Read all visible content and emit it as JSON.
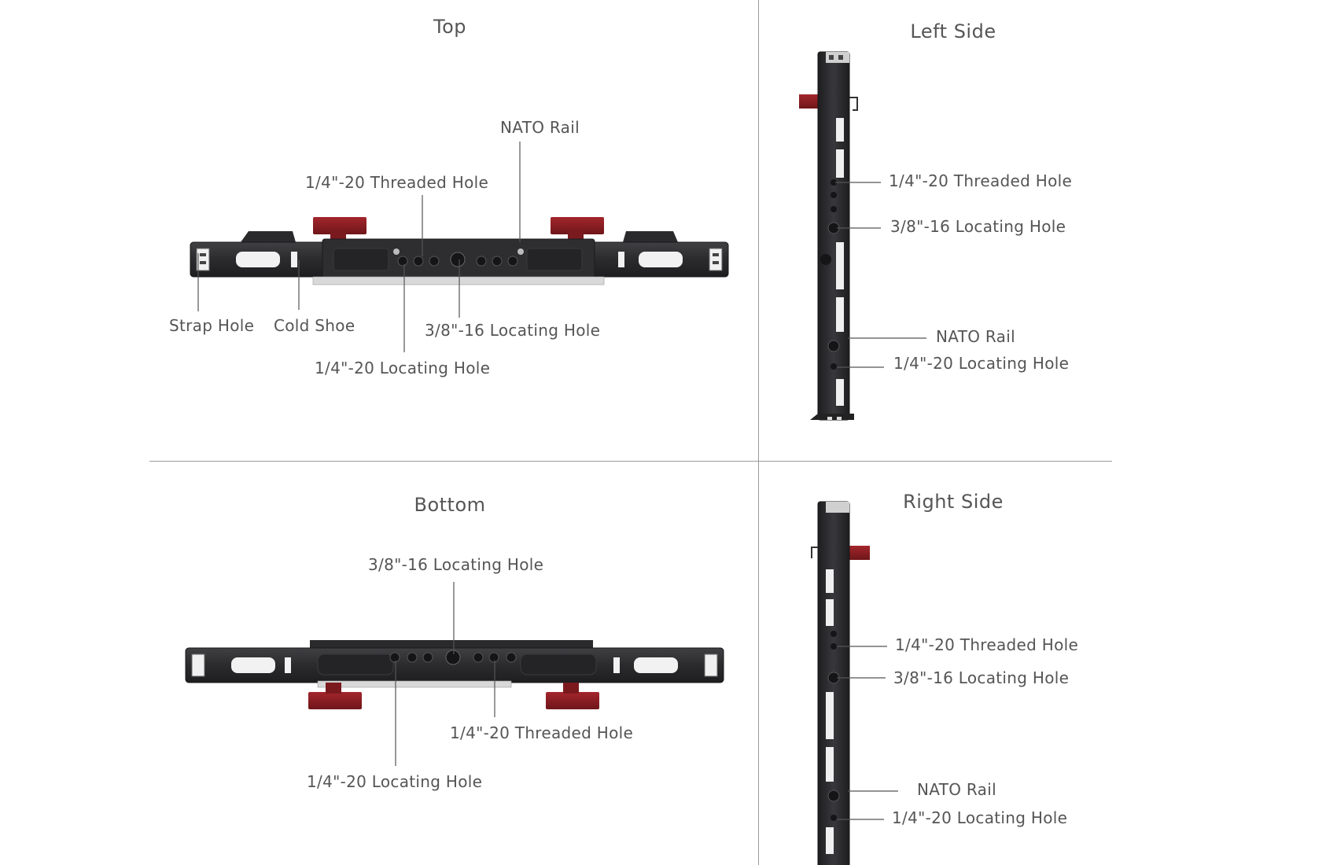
{
  "panels": {
    "top": {
      "title": "Top",
      "labels": {
        "nato_rail": "NATO Rail",
        "threaded_hole": "1/4\"-20 Threaded Hole",
        "strap_hole": "Strap Hole",
        "cold_shoe": "Cold Shoe",
        "locating_hole_38": "3/8\"-16 Locating Hole",
        "locating_hole_14": "1/4\"-20 Locating Hole"
      }
    },
    "left": {
      "title": "Left Side",
      "labels": {
        "threaded_hole": "1/4\"-20 Threaded Hole",
        "locating_hole_38": "3/8\"-16 Locating Hole",
        "nato_rail": "NATO Rail",
        "locating_hole_14": "1/4\"-20 Locating Hole"
      }
    },
    "bottom": {
      "title": "Bottom",
      "labels": {
        "locating_hole_38": "3/8\"-16 Locating Hole",
        "threaded_hole": "1/4\"-20 Threaded Hole",
        "locating_hole_14": "1/4\"-20 Locating Hole"
      }
    },
    "right": {
      "title": "Right Side",
      "labels": {
        "threaded_hole": "1/4\"-20 Threaded Hole",
        "locating_hole_38": "3/8\"-16 Locating Hole",
        "nato_rail": "NATO Rail",
        "locating_hole_14": "1/4\"-20 Locating Hole"
      }
    }
  },
  "colors": {
    "metal": "#2b2b2d",
    "metal_edge": "#4a4a4e",
    "knob": "#8e1f24",
    "leader": "#555555",
    "divider": "#9a9a9a"
  }
}
